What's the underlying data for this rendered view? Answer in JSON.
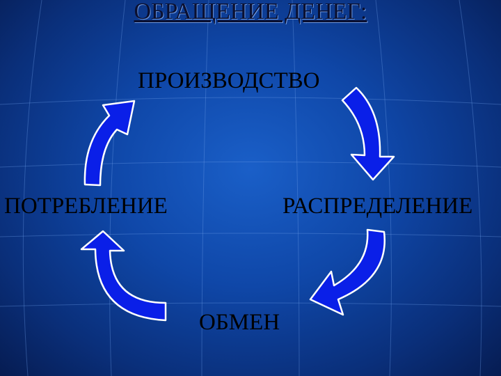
{
  "title": "ОБРАЩЕНИЕ ДЕНЕГ:",
  "stages": {
    "production": "ПРОИЗВОДСТВО",
    "distribution": "РАСПРЕДЕЛЕНИЕ",
    "exchange": "ОБМЕН",
    "consumption": "ПОТРЕБЛЕНИЕ"
  },
  "colors": {
    "arrow_fill": "#0a1fe8",
    "arrow_outline": "#ffffff",
    "text": "#000000"
  }
}
